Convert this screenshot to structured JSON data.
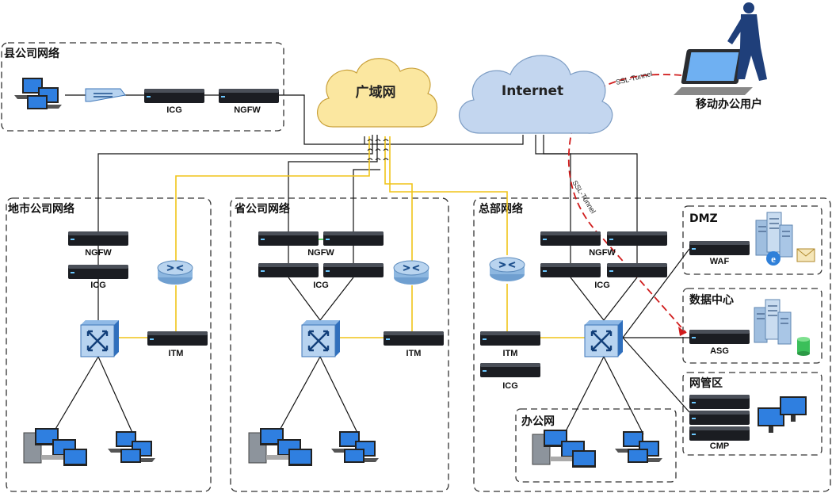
{
  "zones": {
    "county": "县公司网络",
    "city": "地市公司网络",
    "province": "省公司网络",
    "hq": "总部网络",
    "dmz": "DMZ",
    "datacenter": "数据中心",
    "nms": "网管区",
    "office": "办公网"
  },
  "clouds": {
    "wan": "广域网",
    "internet": "Internet"
  },
  "mobile_user": "移动办公用户",
  "tunnel_label": "SSL-Tunnel",
  "devices": {
    "icg": "ICG",
    "ngfw": "NGFW",
    "itm": "ITM",
    "waf": "WAF",
    "asg": "ASG",
    "cmp": "CMP"
  },
  "colors": {
    "wan_link": "#f0c419",
    "tunnel": "#d01c1c",
    "cloud_wan": "#fbe7a0",
    "cloud_internet": "#c3d6ef"
  }
}
